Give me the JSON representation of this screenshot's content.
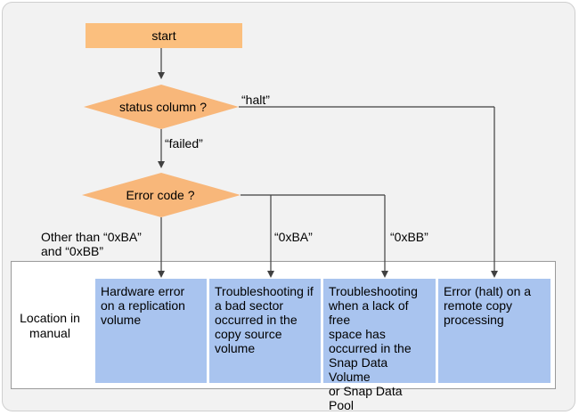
{
  "colors": {
    "start_fill": "#fbbf7e",
    "decision_fill": "#f8b77a",
    "result_fill": "#a9c4ef",
    "line": "#404040"
  },
  "nodes": {
    "start": "start",
    "status_decision": "status column ?",
    "error_decision": "Error code ?"
  },
  "edges": {
    "halt": "“halt”",
    "failed": "“failed”",
    "other": "Other than “0xBA”\nand “0xBB”",
    "ba": "“0xBA”",
    "bb": "“0xBB”"
  },
  "location_label": "Location in\nmanual",
  "results": [
    "Hardware error\non a replication\nvolume",
    "Troubleshooting if\na bad sector\noccurred in the\ncopy source\nvolume",
    "Troubleshooting\nwhen a lack of free\nspace has\noccurred in the\nSnap Data Volume\nor Snap Data Pool",
    "Error (halt) on a\nremote copy\nprocessing"
  ]
}
